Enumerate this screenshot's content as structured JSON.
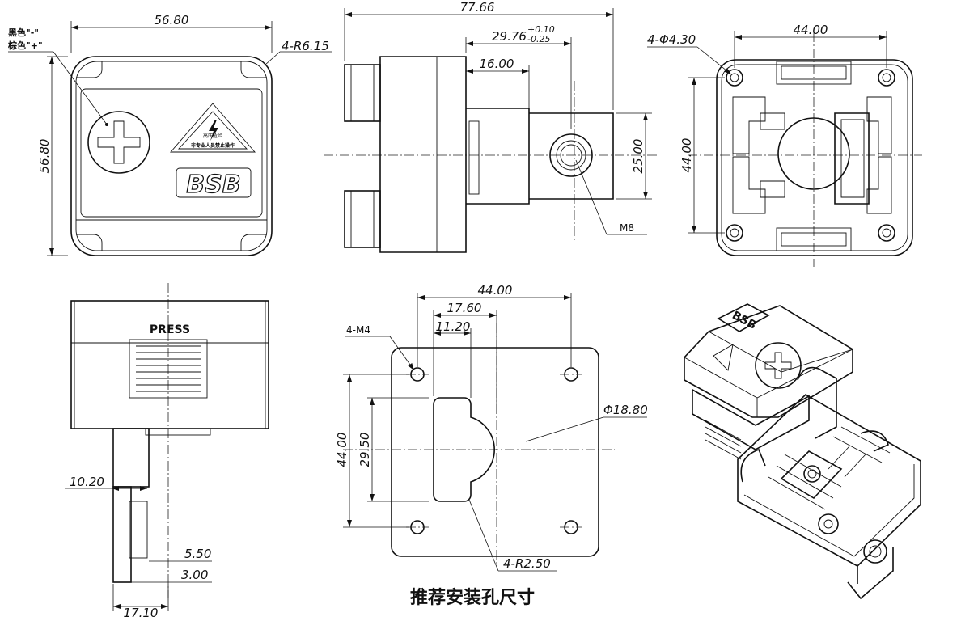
{
  "front_view": {
    "width_dim": "56.80",
    "height_dim": "56.80",
    "corner_radius": "4-R6.15",
    "polarity_minus": "黑色\"-\"",
    "polarity_plus": "棕色\"+\"",
    "logo": "BSB",
    "warning_line1": "高压危险",
    "warning_line2": "非专业人员禁止操作"
  },
  "side_view": {
    "overall_length": "77.66",
    "offset_dim": "29.76",
    "tol_upper": "+0.10",
    "tol_lower": "-0.25",
    "shaft_dim": "16.00",
    "height_dim": "25.00",
    "thread": "M8"
  },
  "rear_view": {
    "hole_spec": "4-Φ4.30",
    "width_dim": "44.00",
    "height_dim": "44.00"
  },
  "bottom_view": {
    "press_label": "PRESS",
    "dim_a": "10.20",
    "dim_b": "5.50",
    "dim_c": "3.00",
    "dim_d": "17.10"
  },
  "cutout_view": {
    "width_dim": "44.00",
    "dim_17": "17.60",
    "dim_11": "11.20",
    "thread_spec": "4-M4",
    "diameter": "Φ18.80",
    "height_dim": "44.00",
    "cut_height": "29.50",
    "corner_radius": "4-R2.50",
    "caption": "推荐安装孔尺寸"
  },
  "iso_view": {
    "logo": "BSB"
  }
}
